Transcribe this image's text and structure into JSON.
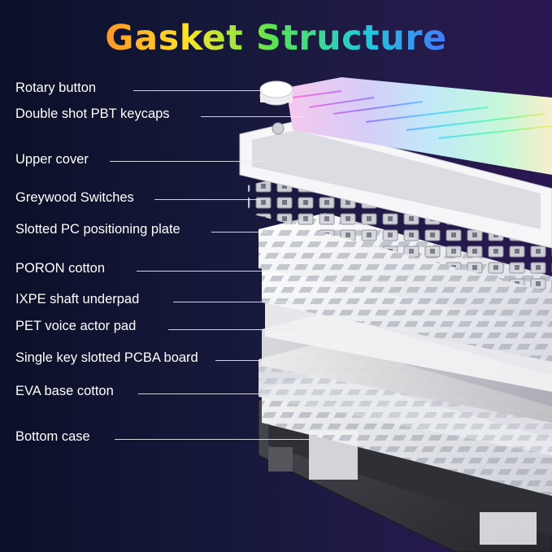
{
  "title": "Gasket Structure",
  "labels": [
    "Rotary button",
    "Double shot PBT keycaps",
    "Upper cover",
    "Greywood Switches",
    "Slotted PC positioning plate",
    "PORON cotton",
    "IXPE shaft underpad",
    "PET voice actor pad",
    "Single key slotted PCBA board",
    "EVA base cotton",
    "Bottom case"
  ],
  "colors": {
    "background": "#17193c",
    "title_gradient": [
      "#ff3b2f",
      "#ff8a1e",
      "#ffe21a",
      "#4de34a",
      "#18c7d9",
      "#3d6bff",
      "#a33dff"
    ],
    "label_text": "#ffffff",
    "keycap_white": "#f4f4f6",
    "bottom_case": "#3a3b40"
  }
}
